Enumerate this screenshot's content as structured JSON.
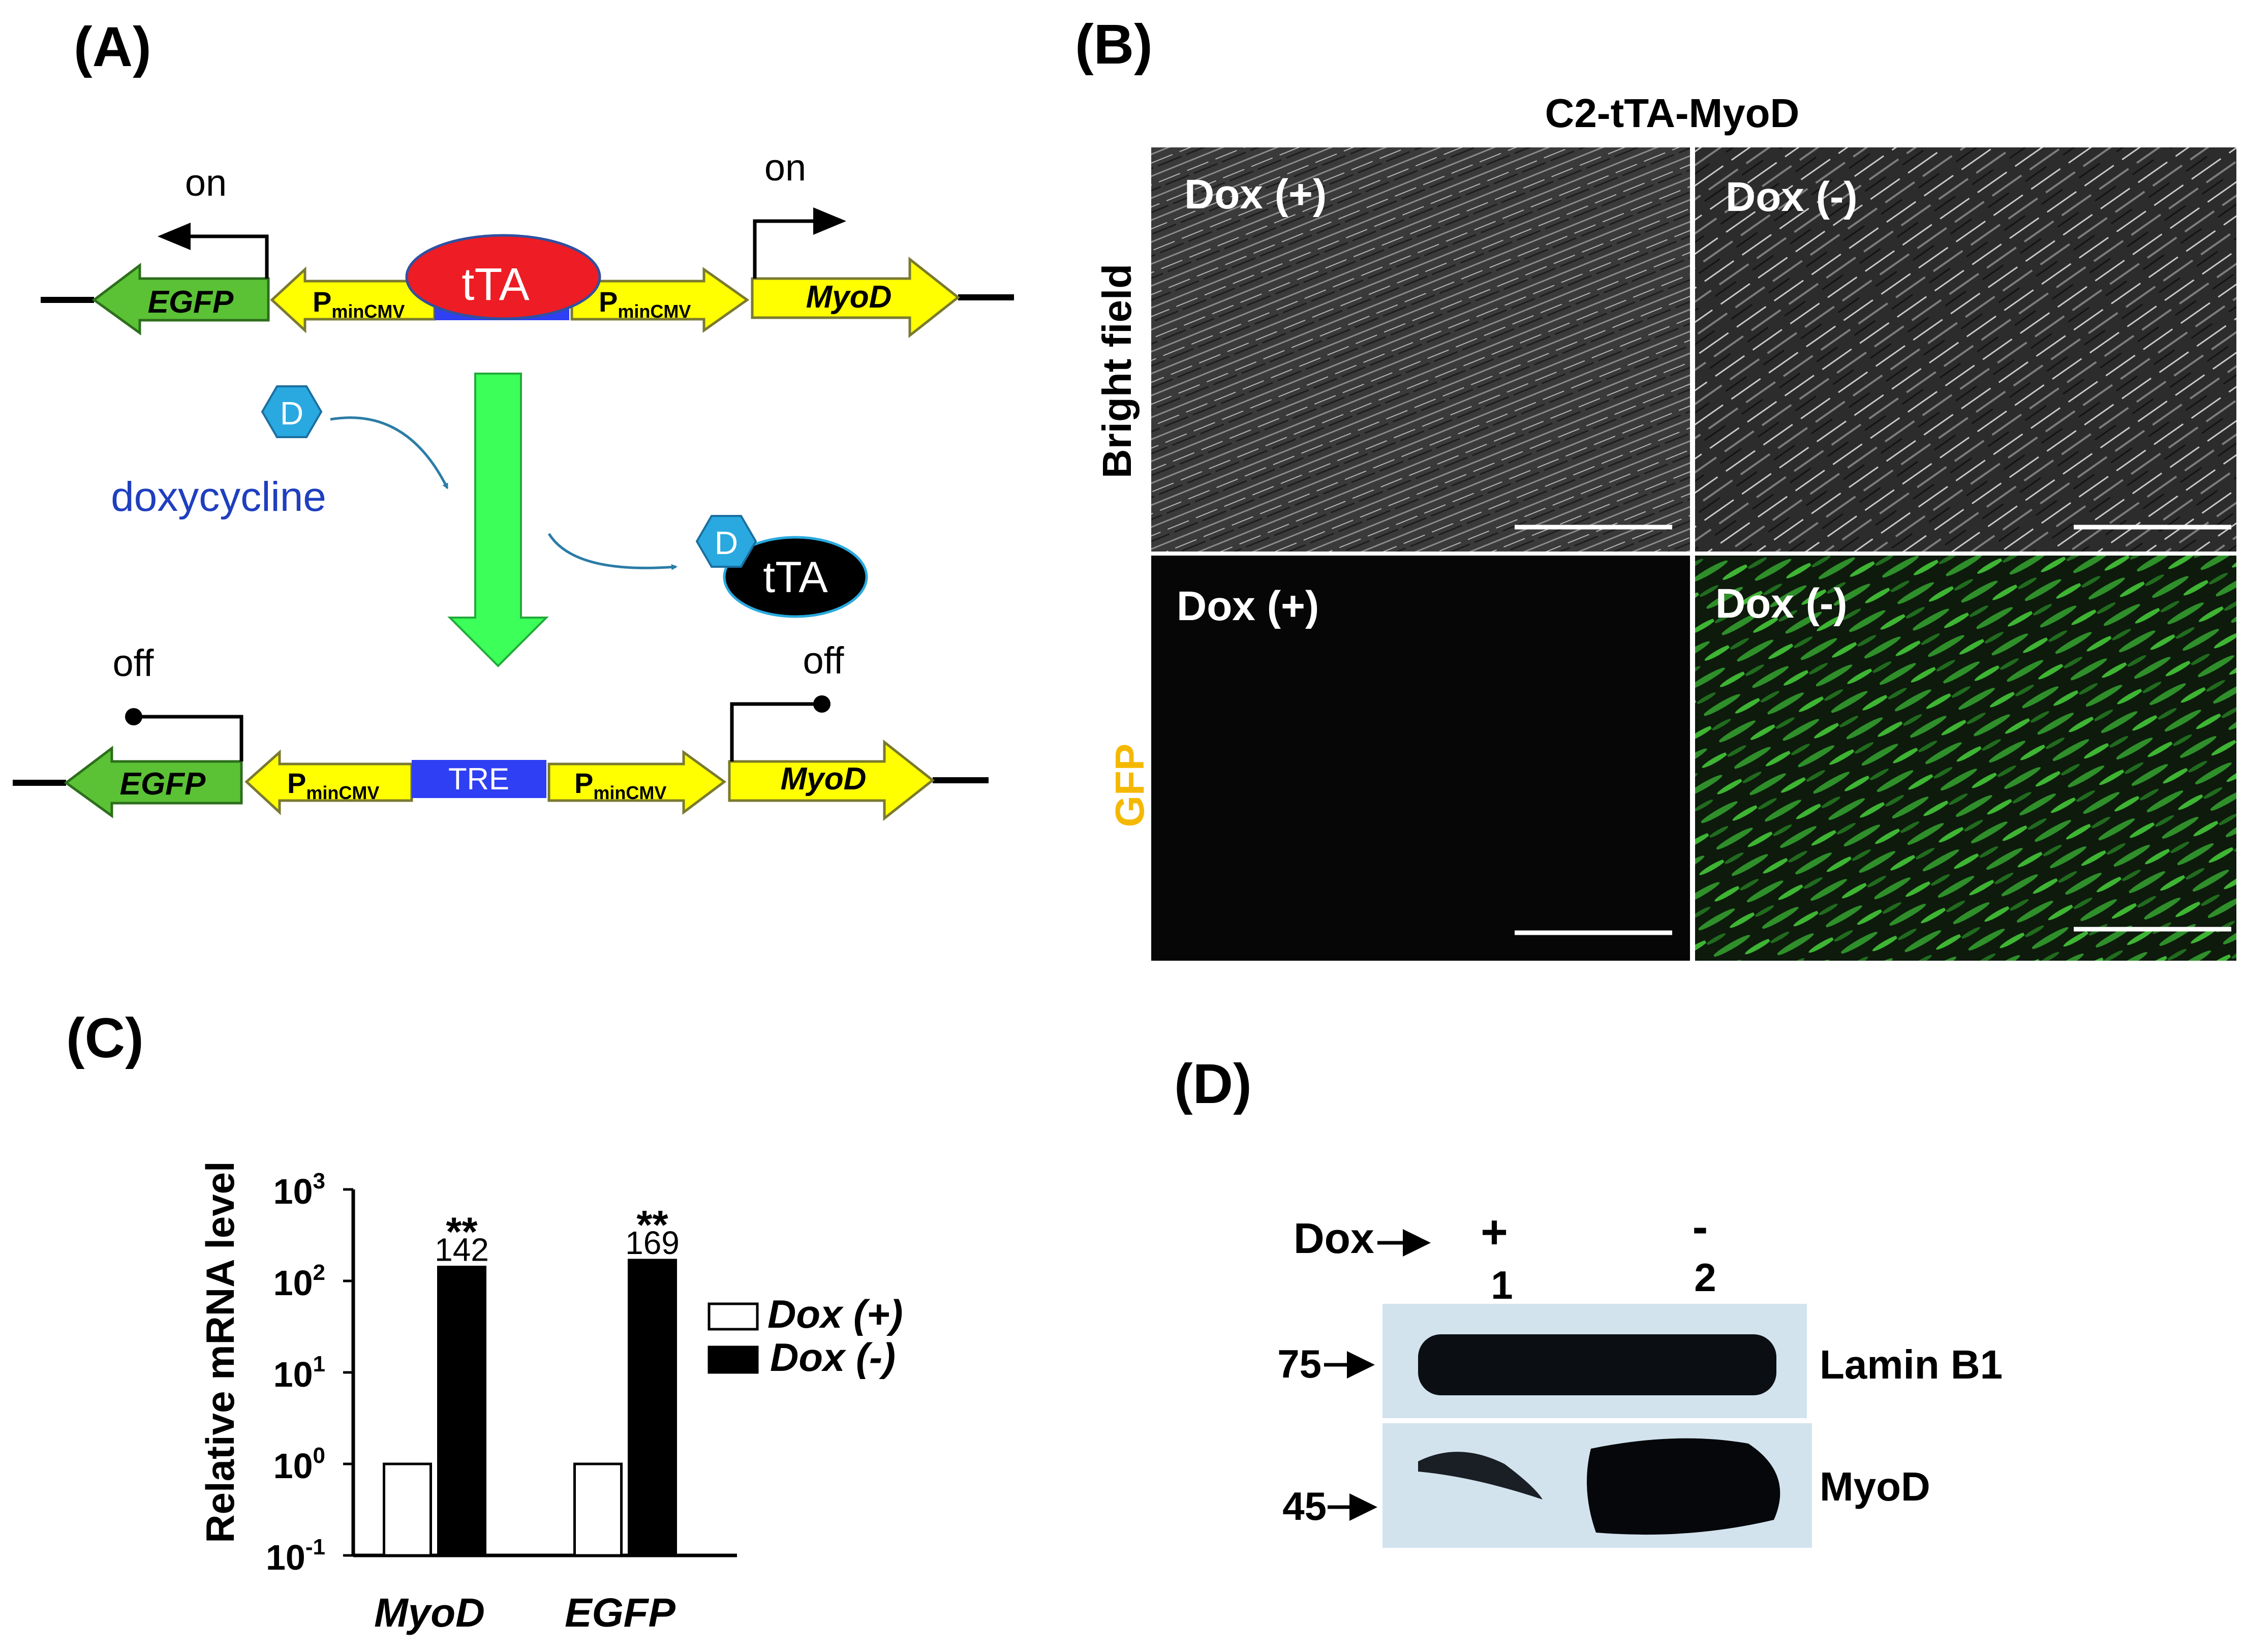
{
  "colors": {
    "egfp_green": "#5bc236",
    "promoter_yellow": "#ffff00",
    "tta_red": "#ee1c24",
    "tre_blue": "#2f3ff3",
    "arrow_green": "#3cff5a",
    "doxy_blue": "#29a9df",
    "doxy_text_blue": "#1f3fbf",
    "gfp_label": "#f5b800"
  },
  "panel_labels": {
    "a": "(A)",
    "b": "(B)",
    "c": "(C)",
    "d": "(D)"
  },
  "panel_a": {
    "top": {
      "on_left": "on",
      "on_right": "on",
      "egfp": "EGFP",
      "p_left": "P",
      "p_left_sub": "minCMV",
      "p_right": "P",
      "p_right_sub": "minCMV",
      "myod": "MyoD",
      "tta": "tTA"
    },
    "doxy": {
      "d_symbol": "D",
      "doxycycline": "doxycycline",
      "complex_d": "D",
      "complex_tta": "tTA"
    },
    "bottom": {
      "off_left": "off",
      "off_right": "off",
      "egfp": "EGFP",
      "p_left": "P",
      "p_left_sub": "minCMV",
      "tre": "TRE",
      "p_right": "P",
      "p_right_sub": "minCMV",
      "myod": "MyoD"
    }
  },
  "panel_b": {
    "title": "C2-tTA-MyoD",
    "row_labels": {
      "bright": "Bright field",
      "gfp": "GFP"
    },
    "tiles": {
      "tl": "Dox (+)",
      "tr": "Dox (-)",
      "bl": "Dox (+)",
      "br": "Dox (-)"
    }
  },
  "panel_c": {
    "sig_myod": "**",
    "sig_egfp": "**",
    "legend": {
      "plus": "Dox (+)",
      "minus": "Dox (-)"
    },
    "ticks": [
      {
        "base": "10",
        "exp": "3"
      },
      {
        "base": "10",
        "exp": "2"
      },
      {
        "base": "10",
        "exp": "1"
      },
      {
        "base": "10",
        "exp": "0"
      },
      {
        "base": "10",
        "exp": "-1"
      }
    ]
  },
  "chart_data": {
    "type": "bar",
    "categories": [
      "MyoD",
      "EGFP"
    ],
    "series": [
      {
        "name": "Dox (+)",
        "values": [
          1,
          1
        ]
      },
      {
        "name": "Dox (-)",
        "values": [
          142,
          169
        ]
      }
    ],
    "ylabel": "Relative mRNA level",
    "yscale": "log",
    "ylim": [
      0.1,
      1000
    ],
    "data_labels": [
      "142",
      "169"
    ],
    "significance": [
      "**",
      "**"
    ],
    "legend_position": "right"
  },
  "panel_d": {
    "dox_label": "Dox",
    "lane1_sign": "+",
    "lane1_num": "1",
    "lane2_sign": "-",
    "lane2_num": "2",
    "marker_75": "75",
    "marker_45": "45",
    "band1": "Lamin B1",
    "band2": "MyoD"
  }
}
